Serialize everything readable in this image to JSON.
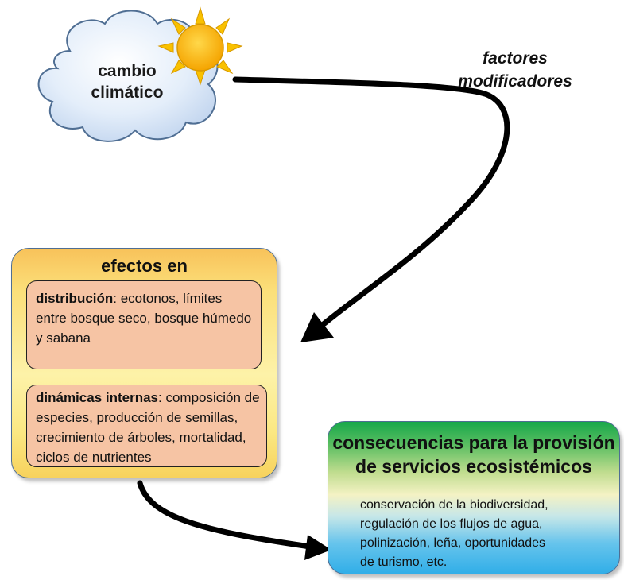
{
  "cloud": {
    "line1": "cambio",
    "line2": "climático"
  },
  "arrow_label": {
    "line1": "factores",
    "line2": "modificadores"
  },
  "effects": {
    "title": "efectos en",
    "distribucion": {
      "term": "distribución",
      "text": ": ecotonos, límites entre bosque seco, bosque húmedo y sabana"
    },
    "dinamicas": {
      "term": "dinámicas internas",
      "text": ": composición de especies, producción de semillas, crecimiento de árboles, mortalidad, ciclos de nutrientes"
    }
  },
  "services": {
    "title_line1": "consecuencias para la provisión",
    "title_line2": "de servicios ecosistémicos",
    "lines": [
      "conservación de la biodiversidad,",
      "regulación de los flujos de agua,",
      "polinización, leña, oportunidades",
      "de turismo, etc."
    ]
  },
  "colors": {
    "cloud_fill": "#d6e4f5",
    "cloud_stroke": "#4f6e93",
    "sun_fill": "#f7b000",
    "sun_ray": "#f9c100",
    "arrow": "#000000"
  },
  "icons": {
    "sun": "sun-icon",
    "cloud": "cloud-icon"
  }
}
